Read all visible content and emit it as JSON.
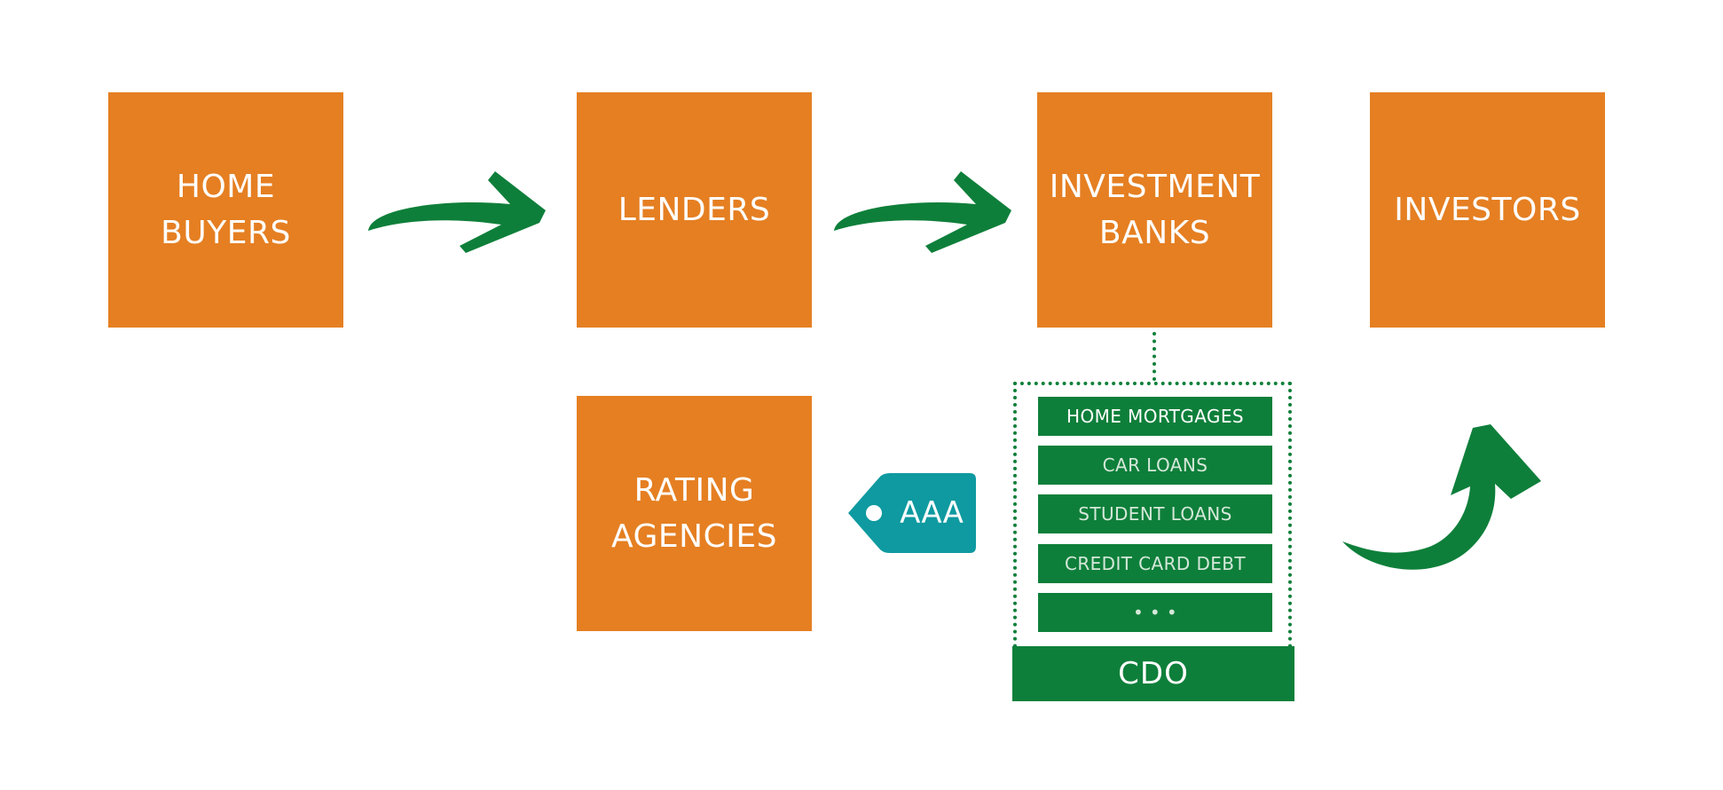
{
  "colors": {
    "entity_box": "#E57F22",
    "arrow": "#0E7F3A",
    "cdo": "#0E7F3A",
    "tag": "#0E9AA0",
    "text": "#FFFFFF"
  },
  "entities": {
    "home_buyers": "HOME\nBUYERS",
    "lenders": "LENDERS",
    "investment_banks": "INVESTMENT\nBANKS",
    "investors": "INVESTORS",
    "rating_agencies": "RATING\nAGENCIES"
  },
  "rating_tag": {
    "label": "AAA",
    "icon": "price-tag-icon"
  },
  "cdo": {
    "label": "CDO",
    "tranches": [
      "HOME MORTGAGES",
      "CAR LOANS",
      "STUDENT LOANS",
      "CREDIT CARD DEBT",
      "• • •"
    ]
  },
  "arrows": {
    "icon": "curved-arrow-icon"
  }
}
